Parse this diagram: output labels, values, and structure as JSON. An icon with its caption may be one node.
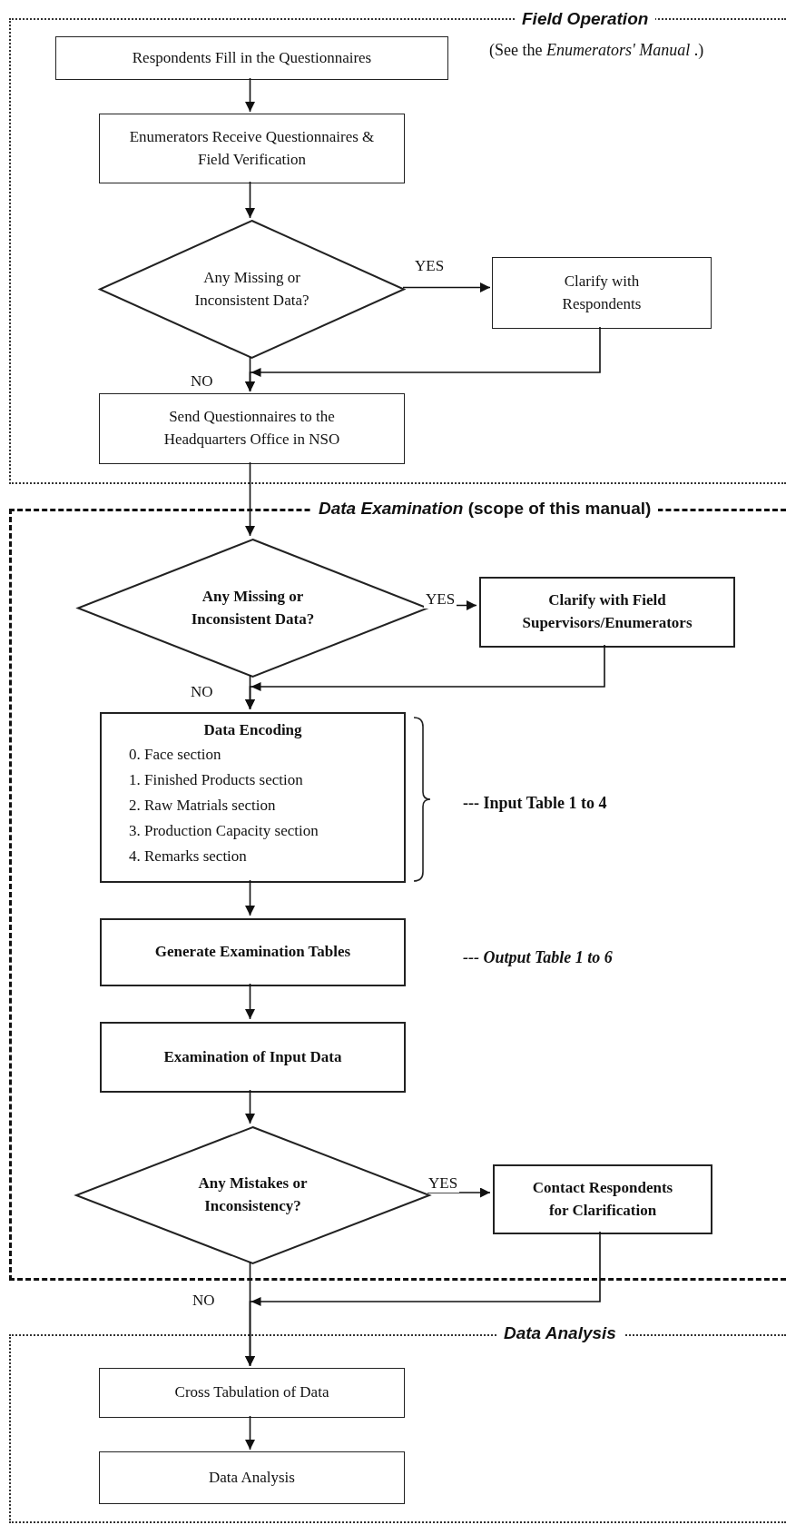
{
  "diagram": {
    "nodes": [
      {
        "text": [
          "Field Operation",
          "(See the *Enumerators' Manual* .)"
        ]
      },
      {
        "text": [
          "Respondents Fill in the Questionnaires"
        ],
        "in": 0
      },
      {
        "text": [
          "Enumerators Receive Questionnaires & Field Verification"
        ],
        "in": 0
      },
      {
        "text": [
          "Any Missing or Inconsistent Data?"
        ],
        "in": 0
      },
      {
        "text": [
          "Clarify with Respondents"
        ],
        "in": 0
      },
      {
        "text": [
          "Send Questionnaires to the Headquarters Office in NSO"
        ],
        "in": 0
      },
      {
        "text": [
          "*Data Examination* (scope of this manual)"
        ]
      },
      {
        "text": [
          "Any Missing or Inconsistent Data?"
        ],
        "in": 6
      },
      {
        "text": [
          "Clarify with Field Supervisors/Enumerators"
        ],
        "in": 6
      },
      {
        "text": [
          "Data Encoding",
          "0. Face section",
          "1. Finished Products section",
          "2. Raw Matrials section",
          "3. Production Capacity section",
          "4. Remarks section"
        ],
        "in": 6,
        "beside": [
          "--- Input Table 1 to 4"
        ]
      },
      {
        "text": [
          "Generate Examination Tables"
        ],
        "in": 6,
        "beside": [
          "--- Output Table 1 to 6"
        ]
      },
      {
        "text": [
          "Examination of Input Data"
        ],
        "in": 6
      },
      {
        "text": [
          "Any Mistakes or Inconsistency?"
        ],
        "in": 6
      },
      {
        "text": [
          "Contact Respondents for Clarification"
        ],
        "in": 6
      },
      {
        "text": [
          "Data Analysis"
        ]
      },
      {
        "text": [
          "Cross Tabulation of Data"
        ],
        "in": 14
      },
      {
        "text": [
          "Data Analysis"
        ],
        "in": 14
      }
    ],
    "edges": [
      {
        "from": 1,
        "to": 2,
        "arrow": "to"
      },
      {
        "from": 2,
        "to": 3,
        "arrow": "to"
      },
      {
        "from": 3,
        "to": 4,
        "arrow": "to",
        "label": "YES"
      },
      {
        "from": 3,
        "to": 5,
        "arrow": "to",
        "label": "NO"
      },
      {
        "from": 4,
        "to": 5,
        "arrow": "to"
      },
      {
        "from": 5,
        "to": 7,
        "arrow": "to"
      },
      {
        "from": 7,
        "to": 8,
        "arrow": "to",
        "label": "YES"
      },
      {
        "from": 7,
        "to": 9,
        "arrow": "to",
        "label": "NO"
      },
      {
        "from": 8,
        "to": 9,
        "arrow": "to"
      },
      {
        "from": 9,
        "to": 10,
        "arrow": "to"
      },
      {
        "from": 10,
        "to": 11,
        "arrow": "to"
      },
      {
        "from": 11,
        "to": 12,
        "arrow": "to"
      },
      {
        "from": 12,
        "to": 13,
        "arrow": "to",
        "label": "YES"
      },
      {
        "from": 12,
        "to": 15,
        "arrow": "to",
        "label": "NO"
      },
      {
        "from": 13,
        "to": 15,
        "arrow": "to"
      },
      {
        "from": 15,
        "to": 16,
        "arrow": "to"
      }
    ]
  }
}
